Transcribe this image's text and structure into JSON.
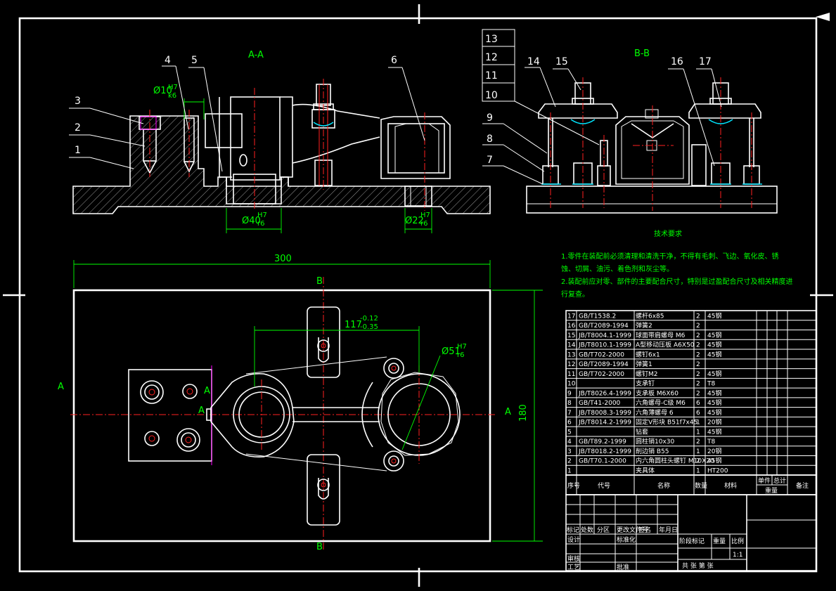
{
  "views": {
    "section_aa": "A-A",
    "section_bb": "B-B",
    "cut_a": "A",
    "cut_b": "B"
  },
  "dims": {
    "d10": "Ø10",
    "d10_tol_up": "H7",
    "d10_tol_dn": "k6",
    "d40": "Ø40",
    "d40_tol_up": "H7",
    "d40_tol_dn": "r6",
    "d22": "Ø22",
    "d22_tol_up": "H7",
    "d22_tol_dn": "r6",
    "w300": "300",
    "h180": "180",
    "d117": "117",
    "d117_up": "-0.12",
    "d117_dn": "-0.35",
    "d51": "Ø51",
    "d51_tol_up": "H7",
    "d51_tol_dn": "r6"
  },
  "balloons_aa": [
    "1",
    "2",
    "3",
    "4",
    "5",
    "6"
  ],
  "balloons_bb": [
    "7",
    "8",
    "9",
    "10",
    "11",
    "12",
    "13",
    "14",
    "15",
    "16",
    "17"
  ],
  "notes": {
    "title": "技术要求",
    "line1": "1.零件在装配前必须清理和清洗干净，不得有毛刺、飞边、氧化皮、锈",
    "line2": "蚀、切屑、油污、着色剂和灰尘等。",
    "line3": "2.装配前应对零、部件的主要配合尺寸，特别是过盈配合尺寸及相关精度进",
    "line4": "行复查。"
  },
  "bom": {
    "rows": [
      {
        "no": "17",
        "std": "GB/T1538.2",
        "name": "螺杆6x85",
        "qty": "2",
        "mat": "45钢"
      },
      {
        "no": "16",
        "std": "GB/T2089-1994",
        "name": "弹簧2",
        "qty": "2",
        "mat": ""
      },
      {
        "no": "15",
        "std": "JB/T8004.1-1999",
        "name": "球面带肩螺母 M6",
        "qty": "2",
        "mat": "45钢"
      },
      {
        "no": "14",
        "std": "JB/T8010.1-1999",
        "name": "A型移动压板 A6X50",
        "qty": "2",
        "mat": "45钢"
      },
      {
        "no": "13",
        "std": "GB/T702-2000",
        "name": "螺钉6x1",
        "qty": "2",
        "mat": "45钢"
      },
      {
        "no": "12",
        "std": "GB/T2089-1994",
        "name": "弹簧1",
        "qty": "2",
        "mat": ""
      },
      {
        "no": "11",
        "std": "GB/T702-2000",
        "name": "螺钉M2",
        "qty": "2",
        "mat": "45钢"
      },
      {
        "no": "10",
        "std": "",
        "name": "支承钉",
        "qty": "2",
        "mat": "T8"
      },
      {
        "no": "9",
        "std": "JB/T8026.4-1999",
        "name": "支承板 M6X60",
        "qty": "2",
        "mat": "45钢"
      },
      {
        "no": "8",
        "std": "GB/T41-2000",
        "name": "六角螺母-C级 M6",
        "qty": "6",
        "mat": "45钢"
      },
      {
        "no": "7",
        "std": "JB/T8008.3-1999",
        "name": "六角薄螺母 6",
        "qty": "6",
        "mat": "45钢"
      },
      {
        "no": "6",
        "std": "JB/T8014.2-1999",
        "name": "固定V形块 B51f7x45",
        "qty": "1",
        "mat": "20钢"
      },
      {
        "no": "5",
        "std": "",
        "name": "钻套",
        "qty": "1",
        "mat": "45钢"
      },
      {
        "no": "4",
        "std": "GB/T89.2-1999",
        "name": "圆柱销10x30",
        "qty": "2",
        "mat": "T8"
      },
      {
        "no": "3",
        "std": "JB/T8018.2-1999",
        "name": "削边销 B55",
        "qty": "1",
        "mat": "20钢"
      },
      {
        "no": "2",
        "std": "GB/T70.1-2000",
        "name": "内六角圆柱头螺钉 M10X20",
        "qty": "2",
        "mat": "45钢"
      },
      {
        "no": "1",
        "std": "",
        "name": "夹具体",
        "qty": "1",
        "mat": "HT200"
      }
    ],
    "header": {
      "no": "序号",
      "std": "代号",
      "name": "名称",
      "qty": "数量",
      "mat": "材料",
      "single": "单件",
      "total": "总计",
      "weight": "重量",
      "remark": "备注"
    }
  },
  "title_block": {
    "l1": "标记",
    "l2": "处数",
    "l3": "分区",
    "l4": "更改文件号",
    "l5": "签名",
    "l6": "年月日",
    "design": "设计",
    "check": "审核",
    "craft": "工艺",
    "std": "标准化",
    "approve": "批准",
    "stage": "阶段标记",
    "weight": "重量",
    "scale": "比例",
    "scale_val": "1:1",
    "sheets": "共 张 第 张"
  }
}
